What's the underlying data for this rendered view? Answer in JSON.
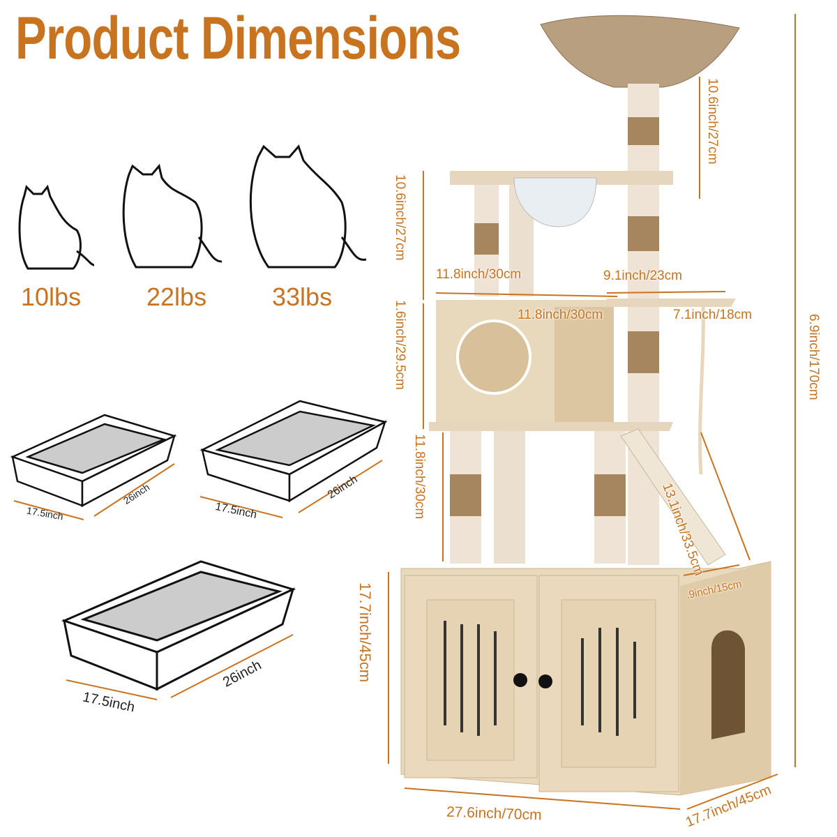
{
  "title": "Product Dimensions",
  "accent_color": "#c8731f",
  "cats": [
    {
      "weight": "10lbs"
    },
    {
      "weight": "22lbs"
    },
    {
      "weight": "33lbs"
    }
  ],
  "litter_boxes": [
    {
      "width": "17.5inch",
      "length": "26inch"
    },
    {
      "width": "17.5inch",
      "length": "26inch"
    },
    {
      "width": "17.5inch",
      "length": "26inch"
    }
  ],
  "dimensions": {
    "top_post_height": "10.6inch/27cm",
    "upper_level_height": "10.6inch/27cm",
    "condo_level_height": "1.6inch/29.5cm",
    "condo_width": "11.8inch/30cm",
    "right_platform_width": "9.1inch/23cm",
    "condo_depth": "11.8inch/30cm",
    "right_platform_depth": "7.1inch/18cm",
    "total_height": "6.9inch/170cm",
    "ramp_length": "13.1inch/33.5cm",
    "lower_post_height": "11.8inch/30cm",
    "ramp_width": ".9inch/15cm",
    "cabinet_height": "17.7inch/45cm",
    "cabinet_width": "27.6inch/70cm",
    "cabinet_depth": "17.7inch/45cm"
  }
}
